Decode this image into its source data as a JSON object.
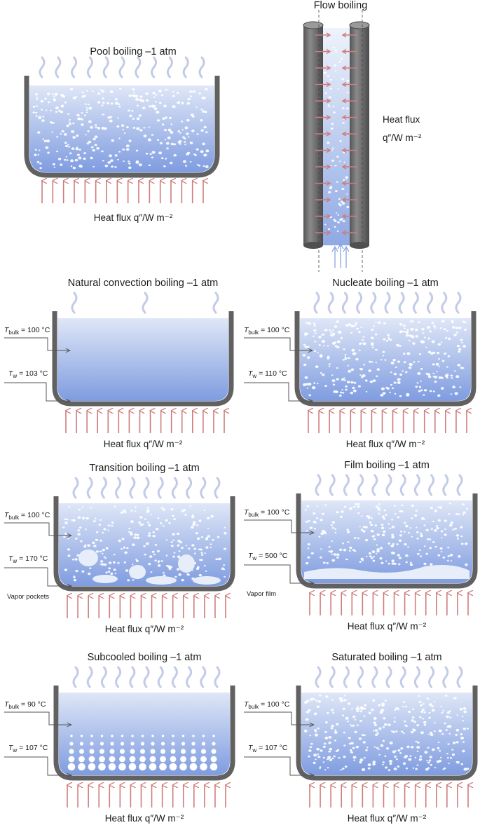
{
  "colors": {
    "liquid_top": "#dde6f7",
    "liquid_bottom": "#7e9be0",
    "pan": "#616161",
    "heat_arrow": "#cf7c7c",
    "steam": "#c3cbe8",
    "bubble": "#ffffff",
    "vapor": "#e8eef9"
  },
  "pool": {
    "title": "Pool boiling –1 atm",
    "heat_flux": "Heat flux q″/W m⁻²"
  },
  "flow": {
    "title": "Flow boiling",
    "heat_flux_line1": "Heat flux",
    "heat_flux_line2": "q″/W m⁻²"
  },
  "panels": [
    {
      "id": "natural",
      "title": "Natural convection boiling –1 atm",
      "tbulk_main": "T",
      "tbulk_sub": "bulk",
      "tbulk_value": " = 100 °C",
      "tw_main": "T",
      "tw_sub": "w",
      "tw_value": " = 103 °C",
      "note": "",
      "heat_flux": "Heat flux q″/W m⁻²"
    },
    {
      "id": "nucleate",
      "title": "Nucleate boiling –1 atm",
      "tbulk_main": "T",
      "tbulk_sub": "bulk",
      "tbulk_value": " = 100 °C",
      "tw_main": "T",
      "tw_sub": "w",
      "tw_value": " = 110 °C",
      "note": "",
      "heat_flux": "Heat flux q″/W m⁻²"
    },
    {
      "id": "transition",
      "title": "Transition boiling –1 atm",
      "tbulk_main": "T",
      "tbulk_sub": "bulk",
      "tbulk_value": " = 100 °C",
      "tw_main": "T",
      "tw_sub": "w",
      "tw_value": " = 170 °C",
      "note": "Vapor pockets",
      "heat_flux": "Heat flux q″/W m⁻²"
    },
    {
      "id": "film",
      "title": "Film boiling –1 atm",
      "tbulk_main": "T",
      "tbulk_sub": "bulk",
      "tbulk_value": " = 100 °C",
      "tw_main": "T",
      "tw_sub": "w",
      "tw_value": " = 500 °C",
      "note": "Vapor film",
      "heat_flux": "Heat flux q″/W m⁻²"
    },
    {
      "id": "subcooled",
      "title": "Subcooled boiling –1 atm",
      "tbulk_main": "T",
      "tbulk_sub": "bulk",
      "tbulk_value": " = 90 °C",
      "tw_main": "T",
      "tw_sub": "w",
      "tw_value": " = 107 °C",
      "note": "",
      "heat_flux": "Heat flux q″/W m⁻²"
    },
    {
      "id": "saturated",
      "title": "Saturated boiling –1 atm",
      "tbulk_main": "T",
      "tbulk_sub": "bulk",
      "tbulk_value": " = 100 °C",
      "tw_main": "T",
      "tw_sub": "w",
      "tw_value": " = 107 °C",
      "note": "",
      "heat_flux": "Heat flux q″/W m⁻²"
    }
  ]
}
